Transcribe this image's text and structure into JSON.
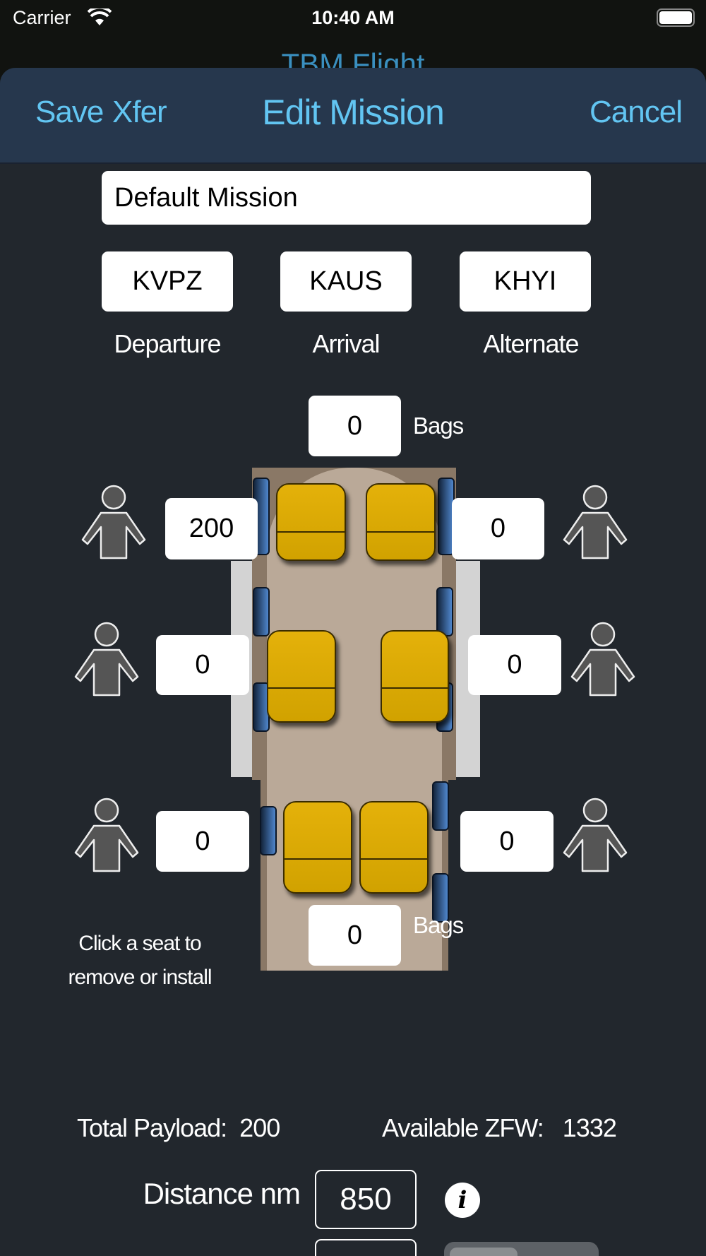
{
  "status_bar": {
    "carrier": "Carrier",
    "time": "10:40 AM"
  },
  "behind_title": "TBM Flight",
  "nav": {
    "save": "Save",
    "xfer": "Xfer",
    "title": "Edit Mission",
    "cancel": "Cancel"
  },
  "mission_name": "Default Mission",
  "airports": [
    {
      "code": "KVPZ",
      "label": "Departure"
    },
    {
      "code": "KAUS",
      "label": "Arrival"
    },
    {
      "code": "KHYI",
      "label": "Alternate"
    }
  ],
  "bags_label": "Bags",
  "bags_front": "0",
  "bags_rear": "0",
  "seats": {
    "row1_left": "200",
    "row1_right": "0",
    "row2_left": "0",
    "row2_right": "0",
    "row3_left": "0",
    "row3_right": "0"
  },
  "hint": [
    "Click a seat to",
    "remove or install"
  ],
  "totals": {
    "payload_label": "Total Payload:",
    "payload": "200",
    "zfw_label": "Available ZFW:",
    "zfw": "1332"
  },
  "distance": {
    "label": "Distance nm",
    "value": "850"
  },
  "colors": {
    "accent": "#62c5f2",
    "nav_bg": "#26374d",
    "body_bg": "#22272d",
    "seat": "#d4a300"
  }
}
